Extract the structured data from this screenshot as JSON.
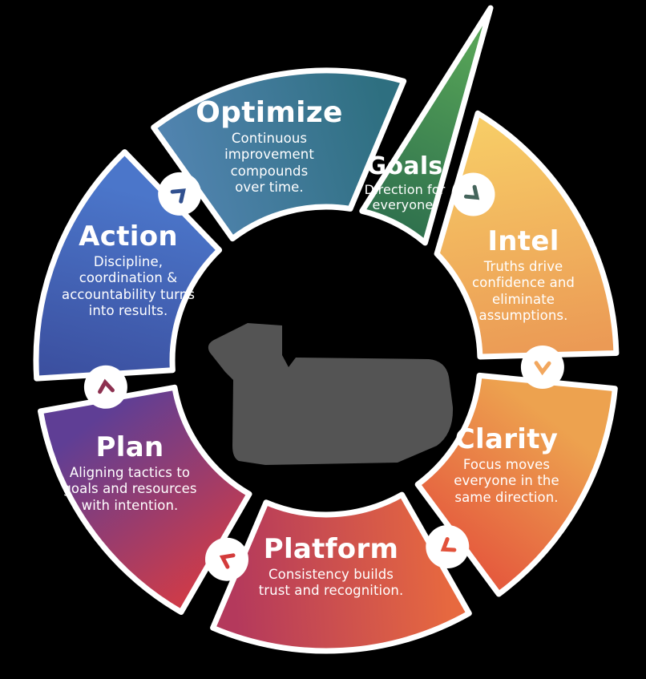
{
  "diagram": {
    "background_color": "#000000",
    "outline_color": "#ffffff",
    "center_logo": {
      "name": "center-logo-silhouette",
      "color": "#545454"
    },
    "segments": [
      {
        "id": "goals",
        "label": "Goals",
        "description": "Direction for everyone.",
        "color_start": "#28684c",
        "color_end": "#57a457"
      },
      {
        "id": "intel",
        "label": "Intel",
        "description": "Truths drive confidence and eliminate assumptions.",
        "color_start": "#f7cc66",
        "color_end": "#eb9a55"
      },
      {
        "id": "clarity",
        "label": "Clarity",
        "description": "Focus moves everyone in the same direction.",
        "color_start": "#eda24f",
        "color_end": "#e55c3e"
      },
      {
        "id": "platform",
        "label": "Platform",
        "description": "Consistency builds trust and recognition.",
        "color_start": "#b4395c",
        "color_end": "#e7693f"
      },
      {
        "id": "plan",
        "label": "Plan",
        "description": "Aligning tactics to goals and resources with intention.",
        "color_start": "#5f3e95",
        "color_end": "#cf3b48"
      },
      {
        "id": "action",
        "label": "Action",
        "description": "Discipline, coordination & accountability turns into results.",
        "color_start": "#4b76ca",
        "color_end": "#3b4f9f"
      },
      {
        "id": "optimize",
        "label": "Optimize",
        "description": "Continuous improvement compounds over time.",
        "color_start": "#5586b5",
        "color_end": "#2e6f80"
      }
    ],
    "connectors": [
      {
        "id": "goals-intel",
        "chevron_color": "#45655c"
      },
      {
        "id": "intel-clarity",
        "chevron_color": "#f2a75e"
      },
      {
        "id": "clarity-platform",
        "chevron_color": "#e2523b"
      },
      {
        "id": "platform-plan",
        "chevron_color": "#d33b3b"
      },
      {
        "id": "plan-action",
        "chevron_color": "#8d3150"
      },
      {
        "id": "action-optimize",
        "chevron_color": "#31508f"
      }
    ]
  }
}
